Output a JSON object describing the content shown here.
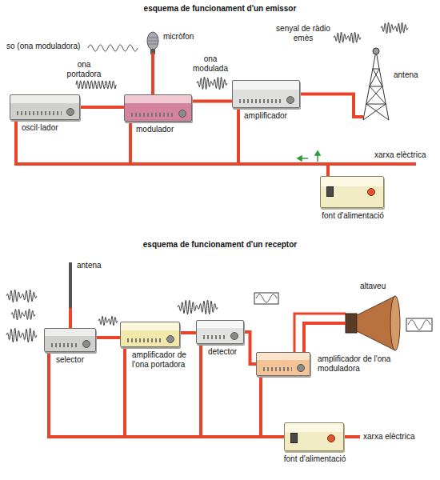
{
  "diagram": {
    "title": "esquema de funcionament d'un emissor",
    "nodes": [
      {
        "text": [
          "oscil·lador"
        ]
      },
      {
        "text": [
          "micròfon"
        ]
      },
      {
        "text": [
          "modulador"
        ]
      },
      {
        "text": [
          "amplificador"
        ]
      },
      {
        "text": [
          "antena"
        ]
      },
      {
        "text": [
          "font d'alimentació"
        ]
      },
      {
        "text": [
          "antena"
        ]
      },
      {
        "text": [
          "selector"
        ]
      },
      {
        "text": [
          "amplificador de l'ona portadora"
        ]
      },
      {
        "text": [
          "detector"
        ]
      },
      {
        "text": [
          "amplificador de l'ona moduladora"
        ]
      },
      {
        "text": [
          "altaveu"
        ]
      },
      {
        "text": [
          "font d'alimentació"
        ]
      }
    ],
    "edges": [
      {
        "from": 0,
        "to": 2,
        "arrow": "none"
      },
      {
        "from": 1,
        "to": 2,
        "arrow": "none"
      },
      {
        "from": 2,
        "to": 3,
        "arrow": "none"
      },
      {
        "from": 3,
        "to": 4,
        "arrow": "none"
      },
      {
        "from": 5,
        "to": 0,
        "arrow": "none"
      },
      {
        "from": 5,
        "to": 2,
        "arrow": "none"
      },
      {
        "from": 5,
        "to": 3,
        "arrow": "none"
      },
      {
        "from": 6,
        "to": 7,
        "arrow": "none"
      },
      {
        "from": 7,
        "to": 8,
        "arrow": "none"
      },
      {
        "from": 8,
        "to": 9,
        "arrow": "none"
      },
      {
        "from": 9,
        "to": 10,
        "arrow": "none"
      },
      {
        "from": 10,
        "to": 11,
        "arrow": "none"
      },
      {
        "from": 12,
        "to": 7,
        "arrow": "none"
      },
      {
        "from": 12,
        "to": 8,
        "arrow": "none"
      },
      {
        "from": 12,
        "to": 9,
        "arrow": "none"
      },
      {
        "from": 12,
        "to": 10,
        "arrow": "none"
      }
    ],
    "labels": [
      "so (ona moduladora)",
      "ona portadora",
      "ona modulada",
      "senyal de ràdio emès",
      "xarxa elèctrica",
      "esquema de funcionament d'un receptor",
      "xarxa elèctrica"
    ]
  }
}
